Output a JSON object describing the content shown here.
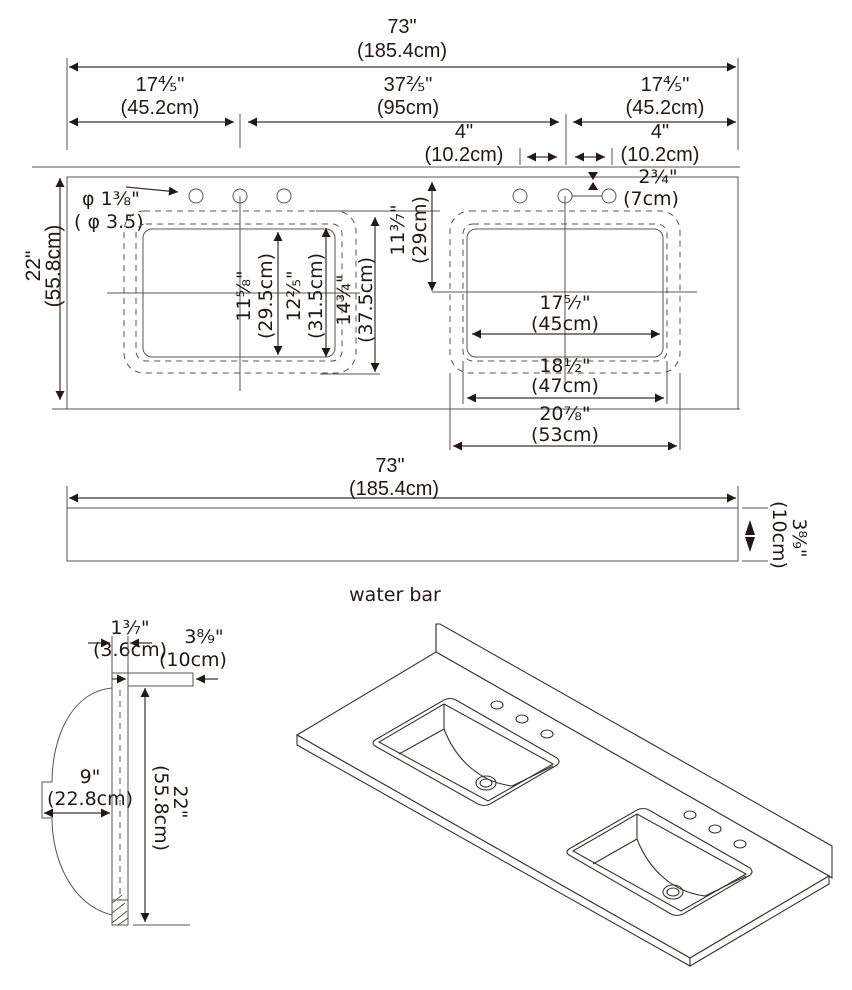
{
  "title": "Double sink vanity top dimension drawing",
  "colors": {
    "line": "#3a3330",
    "text": "#231815",
    "background": "#ffffff"
  },
  "top_view": {
    "overall_width": {
      "in": "73\"",
      "cm": "(185.4cm)"
    },
    "left_edge_to_sink_center": {
      "in": "17⅘\"",
      "cm": "(45.2cm)"
    },
    "sink_center_spacing": {
      "in": "37⅖\"",
      "cm": "(95cm)"
    },
    "right_edge_to_sink_center": {
      "in": "17⅘\"",
      "cm": "(45.2cm)"
    },
    "faucet_hole_spacing_left": {
      "in": "4\"",
      "cm": "(10.2cm)"
    },
    "faucet_hole_spacing_right": {
      "in": "4\"",
      "cm": "(10.2cm)"
    },
    "faucet_hole_diameter": {
      "in": "φ 1⅜\"",
      "cm": "( φ 3.5)"
    },
    "back_to_hole_center": {
      "in": "2¾\"",
      "cm": "(7cm)"
    },
    "overall_depth": {
      "in": "22\"",
      "cm": "(55.8cm)"
    },
    "back_to_sink_center": {
      "in": "11³⁄₇\"",
      "cm": "(29cm)"
    },
    "bowl_depth_inner": {
      "in": "11⅝\"",
      "cm": "(29.5cm)"
    },
    "bowl_depth_middle": {
      "in": "12⅖\"",
      "cm": "(31.5cm)"
    },
    "bowl_depth_outer": {
      "in": "14¾\"",
      "cm": "(37.5cm)"
    },
    "bowl_width_inner": {
      "in": "17⁵⁄₇\"",
      "cm": "(45cm)"
    },
    "bowl_width_middle": {
      "in": "18½\"",
      "cm": "(47cm)"
    },
    "bowl_width_outer": {
      "in": "20⅞\"",
      "cm": "(53cm)"
    }
  },
  "backsplash_view": {
    "width": {
      "in": "73\"",
      "cm": "(185.4cm)"
    },
    "height": {
      "in": "3⁸⁄₉\"",
      "cm": "(10cm)"
    }
  },
  "side_view": {
    "top_thickness": {
      "in": "1³⁄₇\"",
      "cm": "(3.6cm)"
    },
    "backsplash_depth": {
      "in": "3⁸⁄₉\"",
      "cm": "(10cm)"
    },
    "bowl_depth": {
      "in": "9\"",
      "cm": "(22.8cm)"
    },
    "top_depth": {
      "in": "22\"",
      "cm": "(55.8cm)"
    }
  },
  "isometric_view": {
    "label": "water bar"
  }
}
